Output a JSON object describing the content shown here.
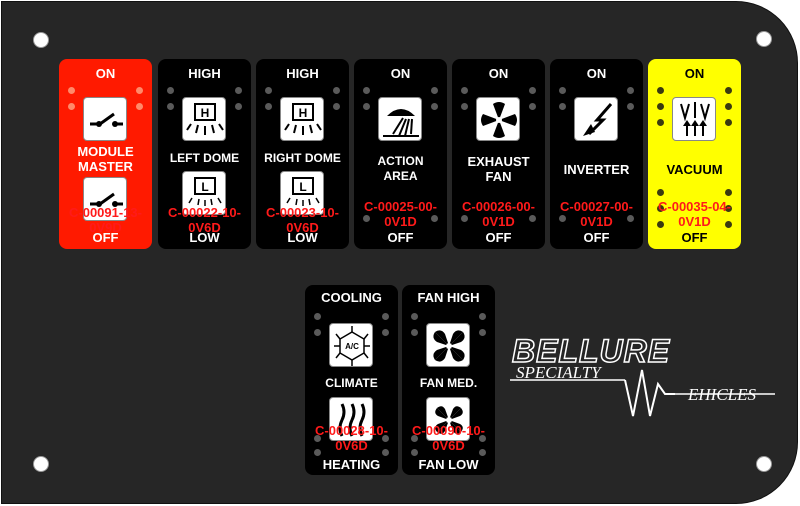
{
  "panel": {
    "brand": {
      "name": "BELLURE",
      "specialty": "SPECIALTY",
      "vehicles": "EHICLES"
    }
  },
  "switches": [
    {
      "id": "module-master",
      "top_label": "ON",
      "middle_label": "MODULE\nMASTER",
      "bottom_label": "OFF",
      "part_code": "C-00091-13-\n0V9D",
      "top_icon": "toggle-switch-icon",
      "bottom_icon": "toggle-switch-icon",
      "color": "#ff1a00"
    },
    {
      "id": "left-dome",
      "top_label": "HIGH",
      "middle_label": "LEFT DOME",
      "bottom_label": "LOW",
      "part_code": "C-00022-10-\n0V6D",
      "top_icon": "dome-light-high-icon",
      "bottom_icon": "dome-light-low-icon",
      "color": "#000000"
    },
    {
      "id": "right-dome",
      "top_label": "HIGH",
      "middle_label": "RIGHT DOME",
      "bottom_label": "LOW",
      "part_code": "C-00023-10-\n0V6D",
      "top_icon": "dome-light-high-icon",
      "bottom_icon": "dome-light-low-icon",
      "color": "#000000"
    },
    {
      "id": "action-area",
      "top_label": "ON",
      "middle_label": "ACTION\nAREA",
      "bottom_label": "OFF",
      "part_code": "C-00025-00-\n0V1D",
      "top_icon": "floodlight-icon",
      "color": "#000000"
    },
    {
      "id": "exhaust-fan",
      "top_label": "ON",
      "middle_label": "EXHAUST\nFAN",
      "bottom_label": "OFF",
      "part_code": "C-00026-00-\n0V1D",
      "top_icon": "fan-icon",
      "color": "#000000"
    },
    {
      "id": "inverter",
      "top_label": "ON",
      "middle_label": "INVERTER",
      "bottom_label": "OFF",
      "part_code": "C-00027-00-\n0V1D",
      "top_icon": "inverter-bolt-icon",
      "color": "#000000"
    },
    {
      "id": "vacuum",
      "top_label": "ON",
      "middle_label": "VACUUM",
      "bottom_label": "OFF",
      "part_code": "C-00035-04-\n0V1D",
      "top_icon": "vacuum-icon",
      "color": "#ffff00"
    },
    {
      "id": "climate",
      "top_label": "COOLING",
      "middle_label": "CLIMATE",
      "bottom_label": "HEATING",
      "part_code": "C-00028-10-\n0V6D",
      "top_icon": "ac-snowflake-icon",
      "top_icon_text": "A/C",
      "bottom_icon": "heat-waves-icon",
      "color": "#000000"
    },
    {
      "id": "fan-speed",
      "top_label": "FAN HIGH",
      "middle_label": "FAN MED.",
      "bottom_label": "FAN LOW",
      "part_code": "C-00090-10-\n0V6D",
      "top_icon": "fan-high-icon",
      "bottom_icon": "fan-low-icon",
      "color": "#000000"
    }
  ]
}
